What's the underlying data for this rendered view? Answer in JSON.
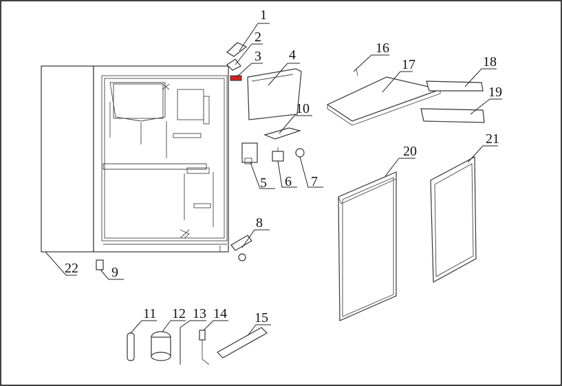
{
  "diagram": {
    "type": "exploded-parts-view",
    "callouts": [
      "1",
      "2",
      "3",
      "4",
      "5",
      "6",
      "7",
      "8",
      "9",
      "10",
      "11",
      "12",
      "13",
      "14",
      "15",
      "16",
      "17",
      "18",
      "19",
      "20",
      "21",
      "22"
    ],
    "colors": {
      "stroke": "#222222",
      "part_fill": "#ffffff",
      "background": "#ffffff",
      "accent_red": "#d22020"
    }
  }
}
